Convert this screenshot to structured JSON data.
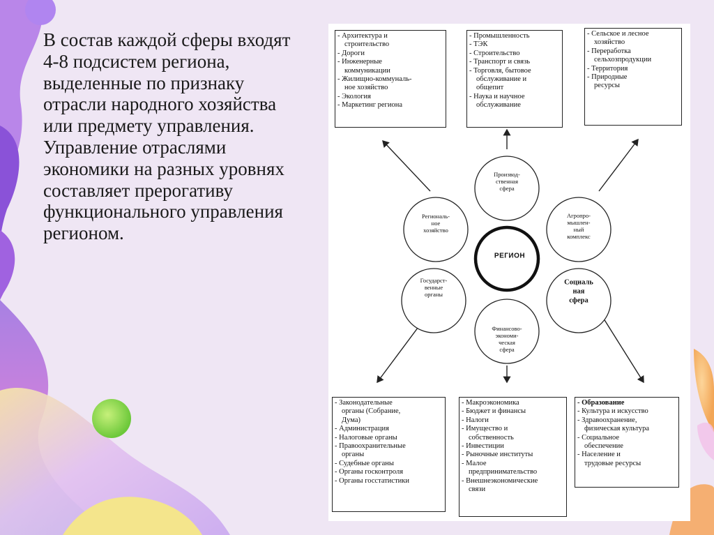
{
  "slide": {
    "text": "В состав каждой сферы входят 4-8 подсистем региона, выделенные по признаку отрасли народного хозяйства или предмету управления. Управление отраслями экономики на разных уровнях составляет прерогативу функционального управления регионом."
  },
  "diagram": {
    "center": "РЕГИОН",
    "spheres": {
      "production": "Производ-\nственная\nсфера",
      "agro": "Агропро-\nмышлен-\nный\nкомплекс",
      "social": "Социаль\nная\nсфера",
      "finance": "Финансово-\nэкономи-\nческая\nсфера",
      "state": "Государст-\nвенные\nорганы",
      "regional": "Региональ-\nное\nхозяйство"
    },
    "boxes": {
      "top_left": [
        "- Архитектура и",
        "строительство",
        "- Дороги",
        "- Инженерные",
        "коммуникации",
        "- Жилищно-коммуналь-",
        "ное хозяйство",
        "- Экология",
        "- Маркетинг региона"
      ],
      "top_middle": [
        "- Промышленность",
        "- ТЭК",
        "- Строительство",
        "- Транспорт и связь",
        "- Торговля, бытовое",
        "обслуживание и",
        "общепит",
        "- Наука и научное",
        "обслуживание"
      ],
      "top_right": [
        "- Сельское и лесное",
        "хозяйство",
        "- Переработка",
        "сельхозпродукции",
        "- Территория",
        "- Природные",
        "ресурсы"
      ],
      "bottom_left": [
        "- Законодательные",
        "органы (Собрание,",
        "Дума)",
        "- Администрация",
        "- Налоговые органы",
        "- Правоохранительные",
        "органы",
        "- Судебные органы",
        "- Органы госконтроля",
        "- Органы госстатистики"
      ],
      "bottom_middle": [
        "- Макроэкономика",
        "- Бюджет и финансы",
        "- Налоги",
        "- Имущество и",
        "собственность",
        "- Инвестиции",
        "- Рыночные институты",
        "- Малое",
        "предпринимательство",
        "- Внешнеэкономические",
        "связи"
      ],
      "bottom_right": [
        "- Образование",
        "- Культура и искусство",
        "- Здравоохранение,",
        "физическая культура",
        "- Социальное",
        "обеспечение",
        "- Население и",
        "трудовые ресурсы"
      ]
    }
  },
  "colors": {
    "background": "#efe6f4",
    "accent_purple": "#7b3fc8",
    "accent_green": "#8fd14a",
    "accent_orange": "#f4b24a",
    "accent_pink": "#e94b8a"
  }
}
